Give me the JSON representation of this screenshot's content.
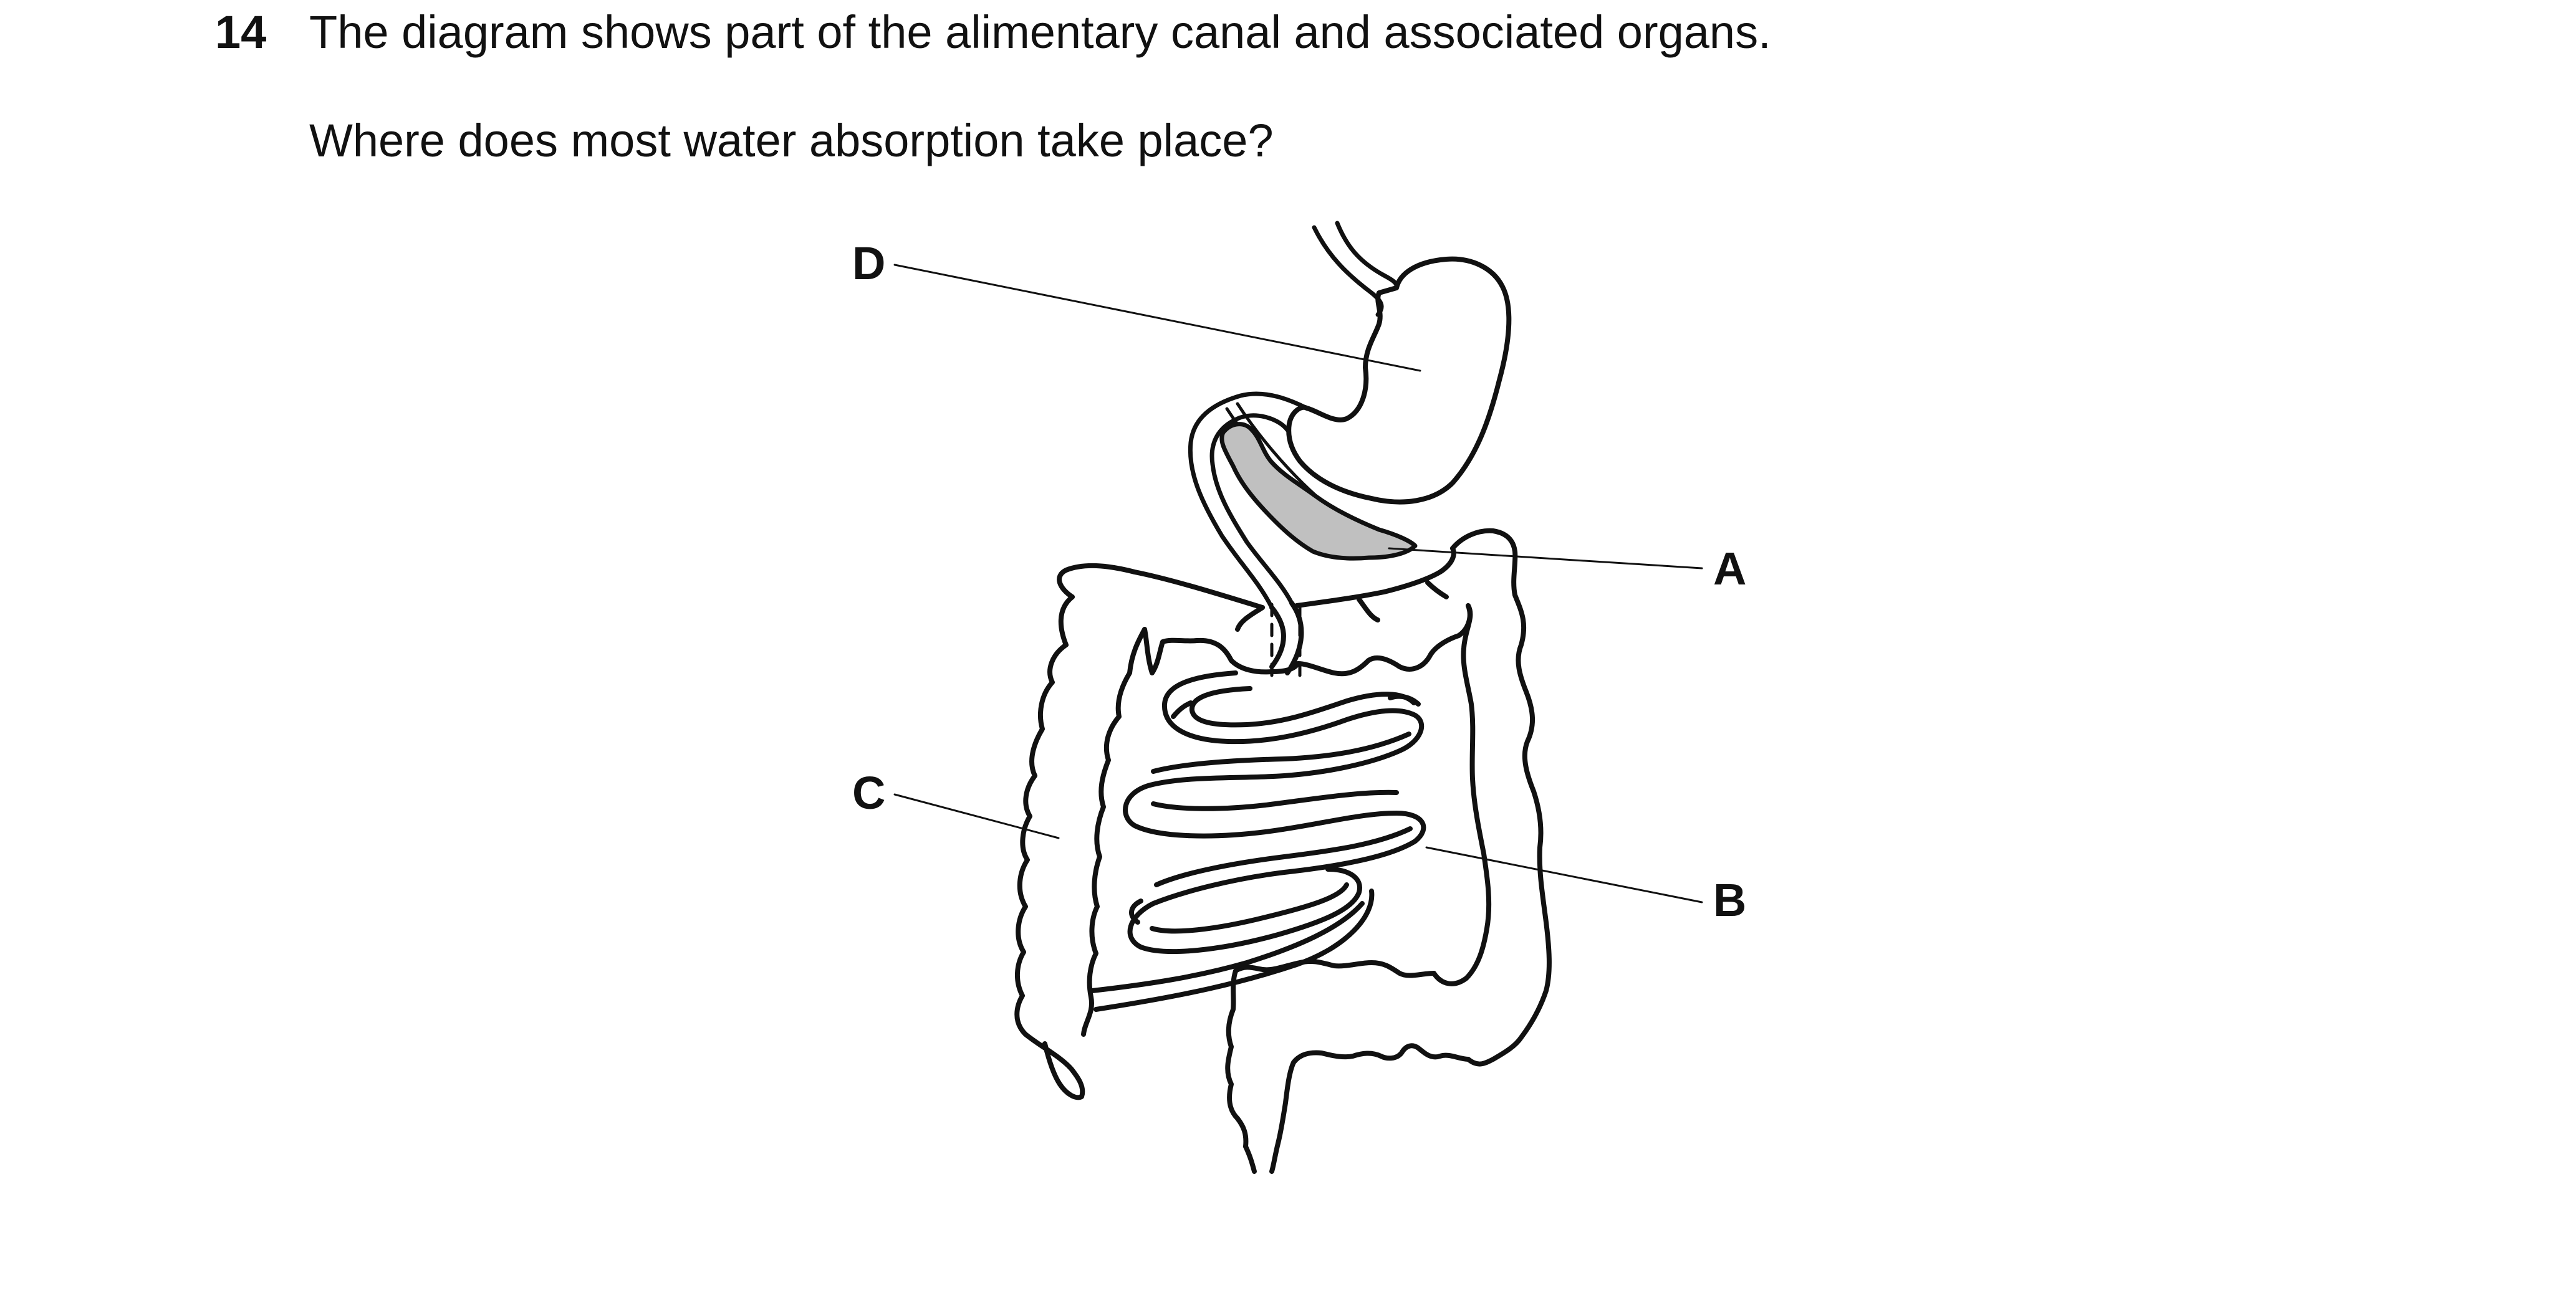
{
  "question": {
    "number": "14",
    "stem": "The diagram shows part of the alimentary canal and associated organs.",
    "prompt": "Where does most water absorption take place?"
  },
  "diagram": {
    "labels": {
      "a": "A",
      "b": "B",
      "c": "C",
      "d": "D"
    },
    "pancreas_fill": "#c0c0c0",
    "line_color": "#111111"
  }
}
